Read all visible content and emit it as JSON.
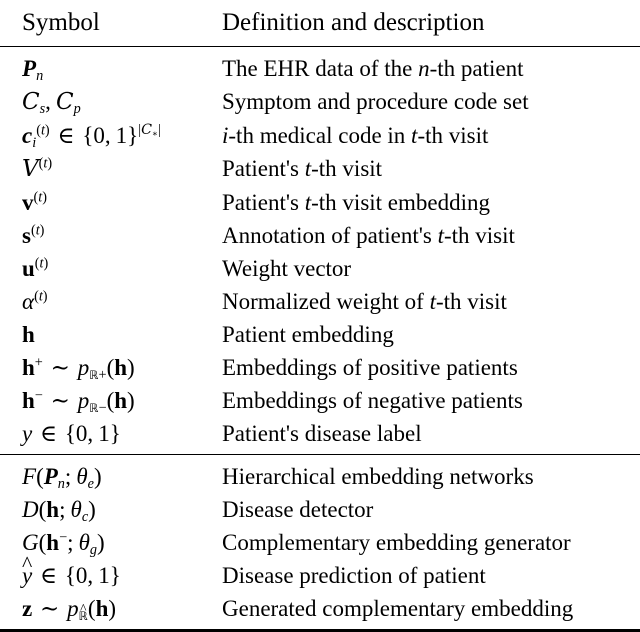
{
  "table": {
    "headers": {
      "symbol": "Symbol",
      "description": "Definition and description"
    },
    "sections": [
      {
        "name": "data-and-embedding-notation",
        "rows": [
          {
            "symbol_text": "P_n",
            "description": "The EHR data of the n-th patient"
          },
          {
            "symbol_text": "C_s, C_p",
            "description": "Symptom and procedure code set"
          },
          {
            "symbol_text": "c_i^(t) ∈ {0, 1}^|C_*|",
            "description": "i-th medical code in t-th visit"
          },
          {
            "symbol_text": "V^(t)",
            "description": "Patient's t-th visit"
          },
          {
            "symbol_text": "v^(t)",
            "description": "Patient's t-th visit embedding"
          },
          {
            "symbol_text": "s^(t)",
            "description": "Annotation of patient's t-th visit"
          },
          {
            "symbol_text": "u^(t)",
            "description": "Weight vector"
          },
          {
            "symbol_text": "α^(t)",
            "description": "Normalized weight of t-th visit"
          },
          {
            "symbol_text": "h",
            "description": "Patient embedding"
          },
          {
            "symbol_text": "h^+ ~ p_R+(h)",
            "description": "Embeddings of positive patients"
          },
          {
            "symbol_text": "h^- ~ p_R-(h)",
            "description": "Embeddings of negative patients"
          },
          {
            "symbol_text": "y ∈ {0, 1}",
            "description": "Patient's disease label"
          }
        ]
      },
      {
        "name": "model-components-notation",
        "rows": [
          {
            "symbol_text": "F(P_n; θ_e)",
            "description": "Hierarchical embedding networks"
          },
          {
            "symbol_text": "D(h; θ_c)",
            "description": "Disease detector"
          },
          {
            "symbol_text": "G(h^-; θ_g)",
            "description": "Complementary embedding generator"
          },
          {
            "symbol_text": "ŷ ∈ {0, 1}",
            "description": "Disease prediction of patient"
          },
          {
            "symbol_text": "z ~ p_R̂(h)",
            "description": "Generated complementary embedding"
          }
        ]
      }
    ]
  }
}
